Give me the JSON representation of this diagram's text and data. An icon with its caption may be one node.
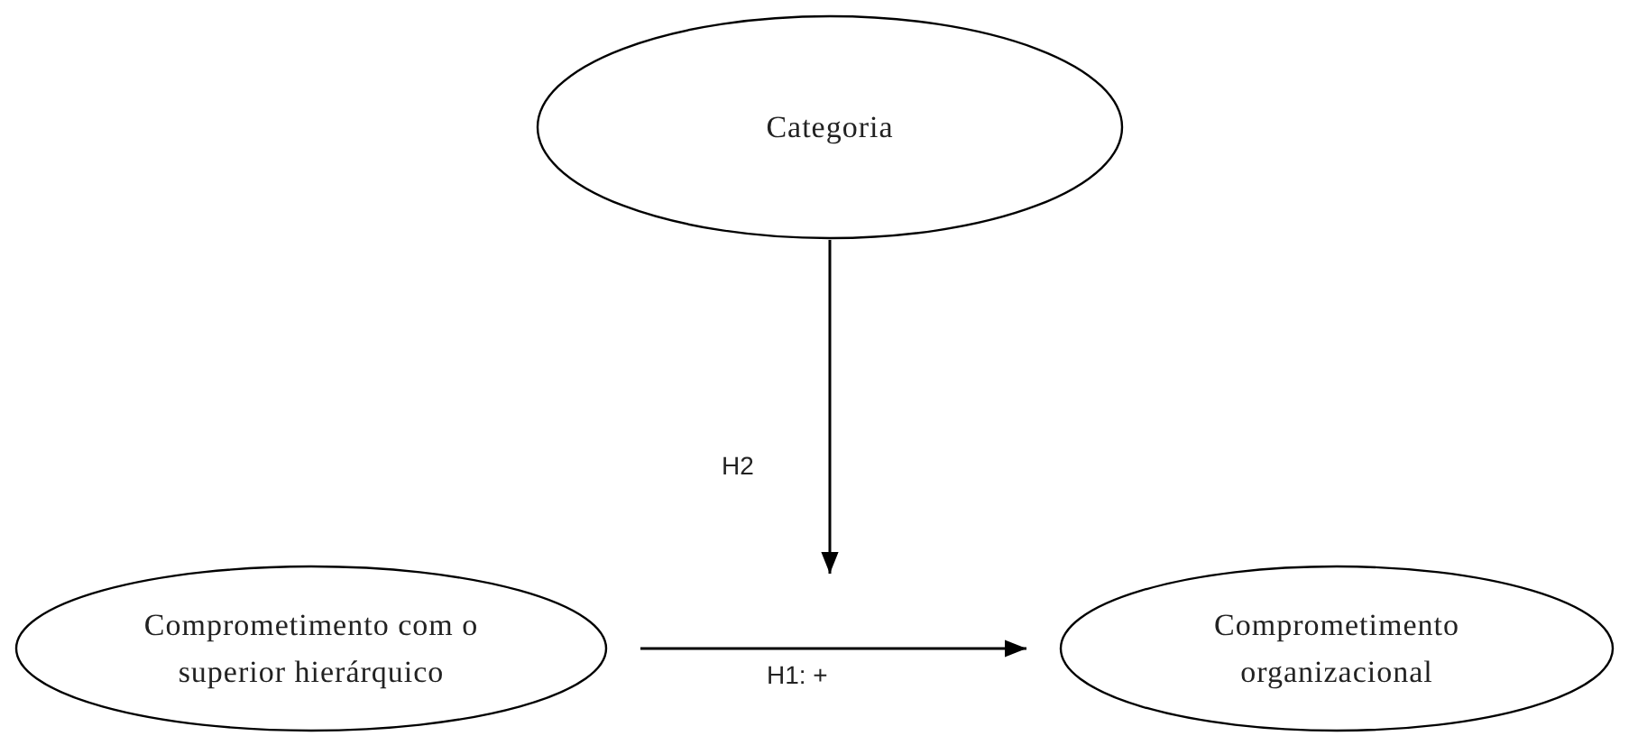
{
  "diagram": {
    "nodes": [
      {
        "text": [
          "Categoria"
        ]
      },
      {
        "text": [
          "Comprometimento com o superior hierárquico"
        ]
      },
      {
        "text": [
          "Comprometimento organizacional"
        ]
      }
    ],
    "edges": [
      {
        "from": 1,
        "to": 2,
        "arrow": "to",
        "label": "H1: +"
      },
      {
        "from": 0,
        "to": null,
        "arrow": "to",
        "label": "H2"
      }
    ]
  }
}
